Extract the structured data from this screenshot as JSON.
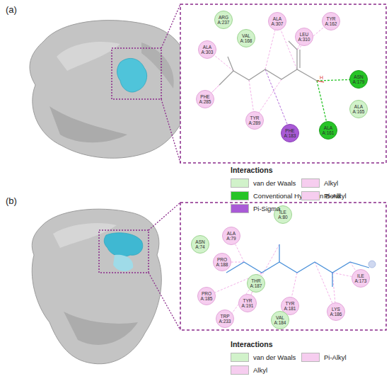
{
  "diagram": {
    "nodes": [
      {
        "text": [
          "ARG A:237"
        ]
      },
      {
        "text": [
          "ALA A:307"
        ]
      },
      {
        "text": [
          "TYR A:162"
        ]
      },
      {
        "text": [
          "VAL A:168"
        ]
      },
      {
        "text": [
          "LEU A:310"
        ]
      },
      {
        "text": [
          "ALA A:303"
        ]
      },
      {
        "text": [
          "ASN A:179"
        ]
      },
      {
        "text": [
          "ALA A:165"
        ]
      },
      {
        "text": [
          "PHE A:285"
        ]
      },
      {
        "text": [
          "TYR A:289"
        ]
      },
      {
        "text": [
          "PHE A:183"
        ]
      },
      {
        "text": [
          "ALA A:161"
        ]
      },
      {
        "text": [
          "ILE A:80"
        ]
      },
      {
        "text": [
          "ALA A:79"
        ]
      },
      {
        "text": [
          "ASN A:74"
        ]
      },
      {
        "text": [
          "PRO A:188"
        ]
      },
      {
        "text": [
          "THR A:187"
        ]
      },
      {
        "text": [
          "ILE A:173"
        ]
      },
      {
        "text": [
          "PRO A:185"
        ]
      },
      {
        "text": [
          "TYR A:191"
        ]
      },
      {
        "text": [
          "TYR A:181"
        ]
      },
      {
        "text": [
          "LYS A:186"
        ]
      },
      {
        "text": [
          "TRP A:233"
        ]
      },
      {
        "text": [
          "VAL A:184"
        ]
      }
    ],
    "labels": [
      "(a)",
      "H",
      "Interactions",
      "(b)",
      "Interactions"
    ],
    "legend": [
      {
        "text": "van der Waals",
        "color": "#d1f2ca"
      },
      {
        "text": "Conventional Hydrogen Bond",
        "color": "#27c427"
      },
      {
        "text": "Pi-Sigma",
        "color": "#a95ad6"
      },
      {
        "text": "Alkyl",
        "color": "#f6cdef"
      },
      {
        "text": "Pi-Alkyl",
        "color": "#f6cdef"
      },
      {
        "text": "van der Waals",
        "color": "#d1f2ca"
      },
      {
        "text": "Alkyl",
        "color": "#f6cdef"
      },
      {
        "text": "Pi-Alkyl",
        "color": "#f6cdef"
      }
    ]
  }
}
